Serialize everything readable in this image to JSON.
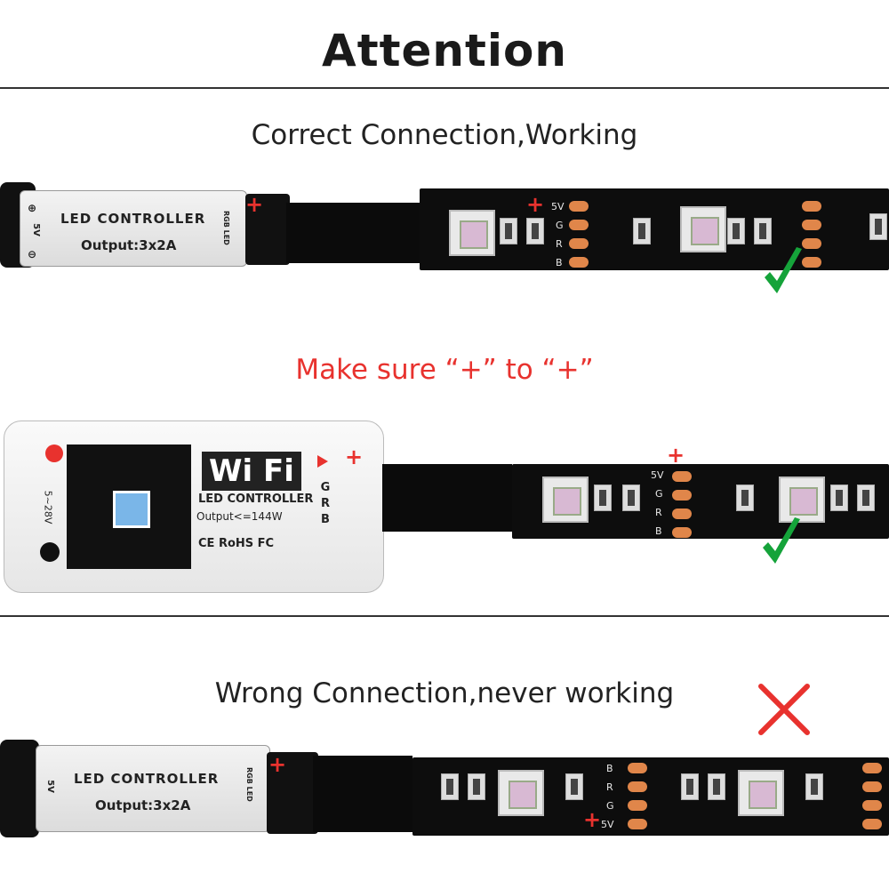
{
  "heading": "Attention",
  "section1": {
    "caption": "Correct Connection,Working",
    "controller": {
      "title": "LED CONTROLLER",
      "output": "Output:3x2A",
      "voltage": "5V",
      "tag": "RGB LED"
    },
    "strip_labels": [
      "5V",
      "G",
      "R",
      "B"
    ]
  },
  "note": "Make sure “+” to “+”",
  "section2": {
    "controller": {
      "brand": "Wi Fi",
      "title": "LED CONTROLLER",
      "output": "Output<=144W",
      "voltage": "5~28V",
      "marks": "CE RoHS FC",
      "tag": "G R B"
    },
    "strip_labels": [
      "5V",
      "G",
      "R",
      "B"
    ]
  },
  "section3": {
    "caption": "Wrong Connection,never working",
    "controller": {
      "title": "LED CONTROLLER",
      "output": "Output:3x2A",
      "voltage": "5V",
      "tag": "RGB LED"
    },
    "strip_labels": [
      "B",
      "R",
      "G",
      "5V"
    ]
  },
  "plus_sign": "+",
  "colors": {
    "accent_red": "#e8322e",
    "check_green": "#15a33a",
    "strip_black": "#0d0d0d",
    "pad_copper": "#e0864a"
  },
  "icons": {
    "correct": "check-icon",
    "wrong": "cross-icon"
  }
}
